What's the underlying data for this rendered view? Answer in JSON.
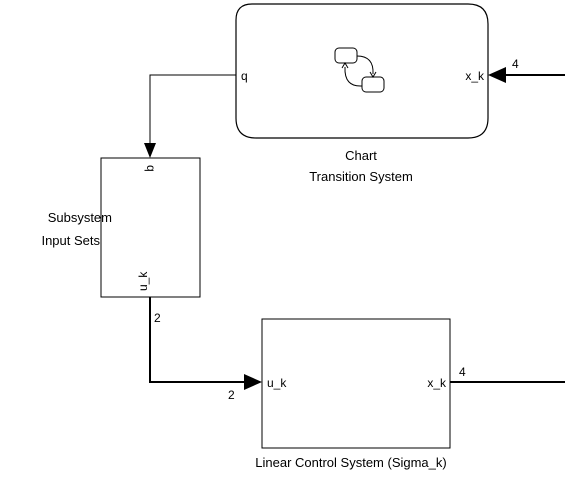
{
  "blocks": {
    "chart": {
      "name_line1": "Chart",
      "name_line2": "Transition System",
      "in_port": "x_k",
      "out_port": "q",
      "icon": "stateflow-chart-icon"
    },
    "subsystem": {
      "name_line1": "Subsystem",
      "name_line2": "Input Sets",
      "in_port": "q",
      "out_port": "u_k"
    },
    "linear": {
      "name": "Linear Control System (Sigma_k)",
      "in_port": "u_k",
      "out_port": "x_k"
    }
  },
  "signals": {
    "chart_input_width": "4",
    "subsystem_output_width": "2",
    "linear_input_width": "2",
    "linear_output_width": "4"
  }
}
